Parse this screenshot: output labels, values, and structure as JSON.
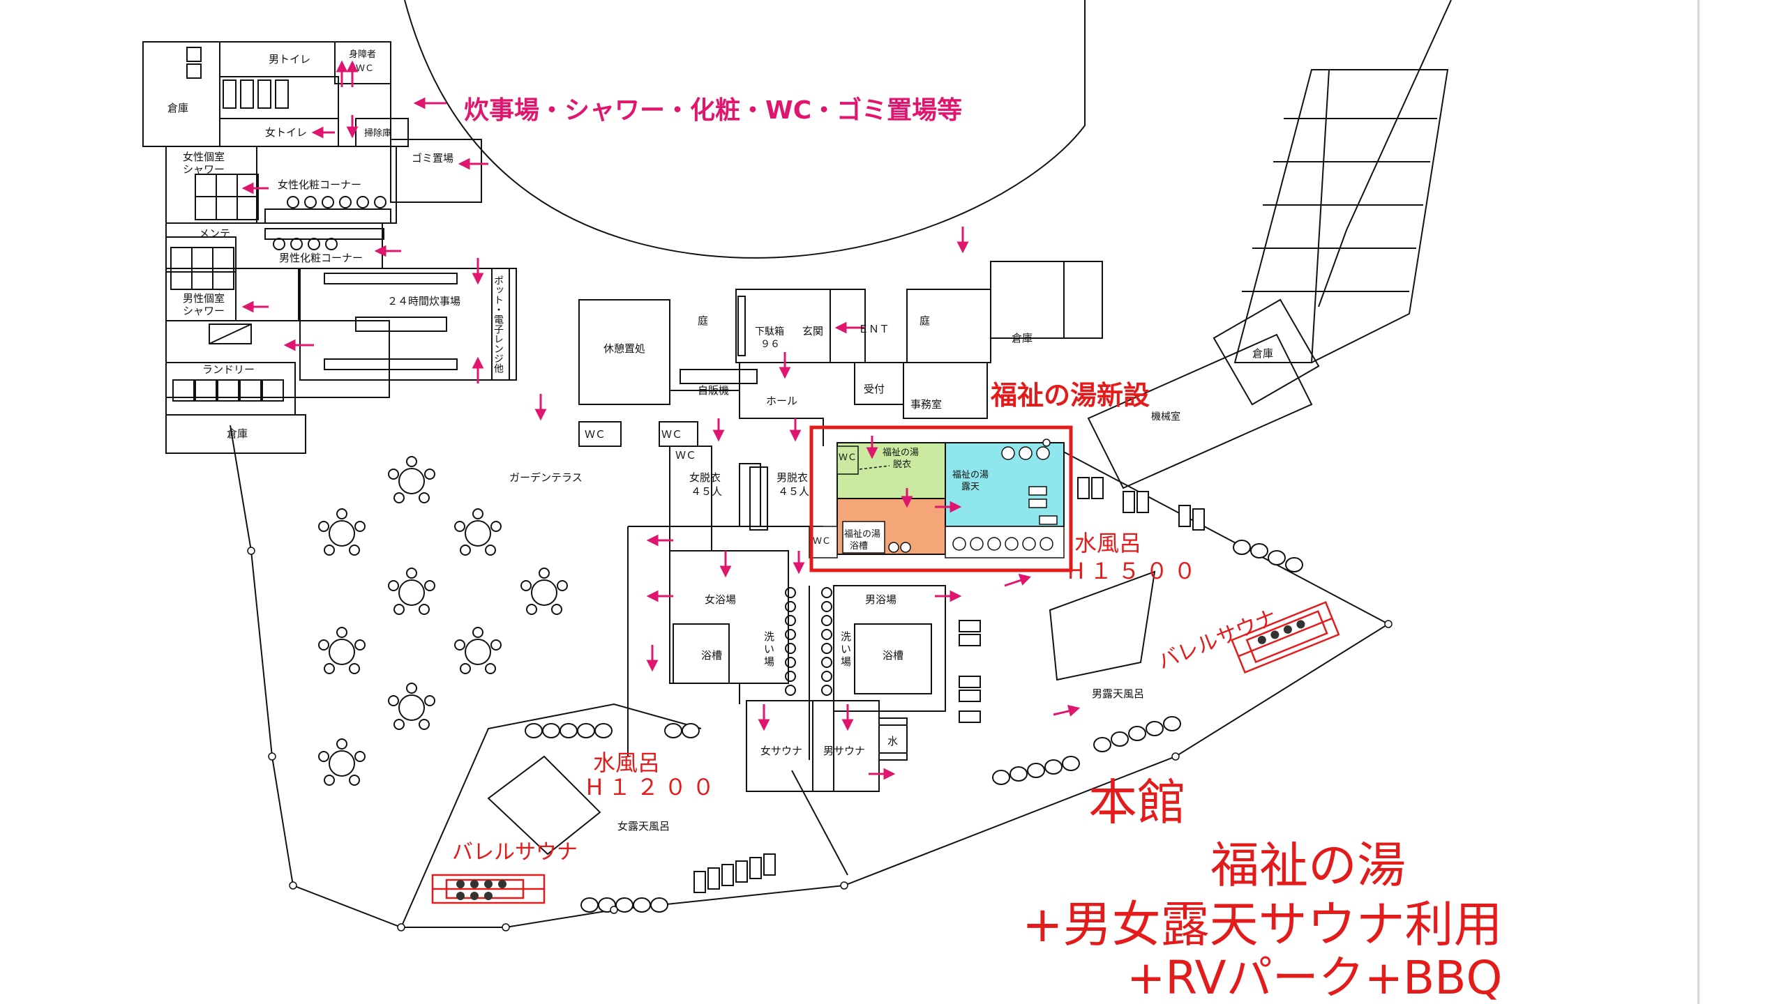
{
  "colors": {
    "accent_red": "#e41b1b",
    "arrow_magenta": "#e0156e",
    "green_room": "#c9eaa0",
    "orange_room": "#f5a678",
    "cyan_room": "#8fe6ec",
    "line": "#111111"
  },
  "headline": {
    "facilities": "炊事場・シャワー・化粧・WC・ゴミ置場等",
    "new_bath": "福祉の湯新設"
  },
  "main": {
    "line1": "本館",
    "line2": "福祉の湯",
    "line3": "+男女露天サウナ利用",
    "line4": "+RVパーク+BBQ"
  },
  "notes": {
    "cold_bath": "水風呂",
    "h1500": "H１５００",
    "h1200": "H１２００",
    "barrel_sauna": "バレルサウナ"
  },
  "rooms": {
    "mens_toilet": "男トイレ",
    "disabled_wc_1": "身障者",
    "disabled_wc_2": "ＷＣ",
    "storage": "倉庫",
    "womens_toilet": "女トイレ",
    "cleaning": "掃除庫",
    "garbage": "ゴミ置場",
    "womens_shower_1": "女性個室",
    "womens_shower_2": "シャワー",
    "womens_makeup": "女性化粧コーナー",
    "maintenance": "メンテ",
    "mens_makeup": "男性化粧コーナー",
    "mens_shower_1": "男性個室",
    "mens_shower_2": "シャワー",
    "kitchen_24h": "２４時間炊事場",
    "pot_range": "ポット・電子レンジ他",
    "laundry": "ランドリー",
    "storage_bottom": "倉庫",
    "rest_area": "休憩置処",
    "garden": "庭",
    "shoe_box_1": "下駄箱",
    "shoe_box_2": "９６",
    "entrance_hall": "玄関",
    "ent": "ＥＮＴ",
    "garden2": "庭",
    "storage_mid": "倉庫",
    "storage_right": "倉庫",
    "machine_room": "機械室",
    "vending": "自販機",
    "reception": "受付",
    "hall": "ホール",
    "office": "事務室",
    "wc_a": "ＷＣ",
    "wc_b": "ＷＣ",
    "wc_c": "ＷＣ",
    "garden_terrace": "ガーデンテラス",
    "womens_dressing_1": "女脱衣",
    "womens_dressing_2": "４５人",
    "mens_dressing_1": "男脱衣",
    "mens_dressing_2": "４５人",
    "welfare_wc": "ＷＣ",
    "welfare_dressing_1": "福祉の湯",
    "welfare_dressing_2": "脱衣",
    "welfare_outdoor_1": "福祉の湯",
    "welfare_outdoor_2": "露天",
    "welfare_wc2": "ＷＣ",
    "welfare_bath_1": "福祉の湯",
    "welfare_bath_2": "浴槽",
    "womens_bath": "女浴場",
    "mens_bath": "男浴場",
    "tub_w": "浴槽",
    "tub_m": "浴槽",
    "wash_w_1": "洗",
    "wash_w_2": "い",
    "wash_w_3": "場",
    "wash_m_1": "洗",
    "wash_m_2": "い",
    "wash_m_3": "場",
    "womens_sauna": "女サウナ",
    "mens_sauna": "男サウナ",
    "water": "水",
    "mens_outdoor": "男露天風呂",
    "womens_outdoor": "女露天風呂"
  }
}
